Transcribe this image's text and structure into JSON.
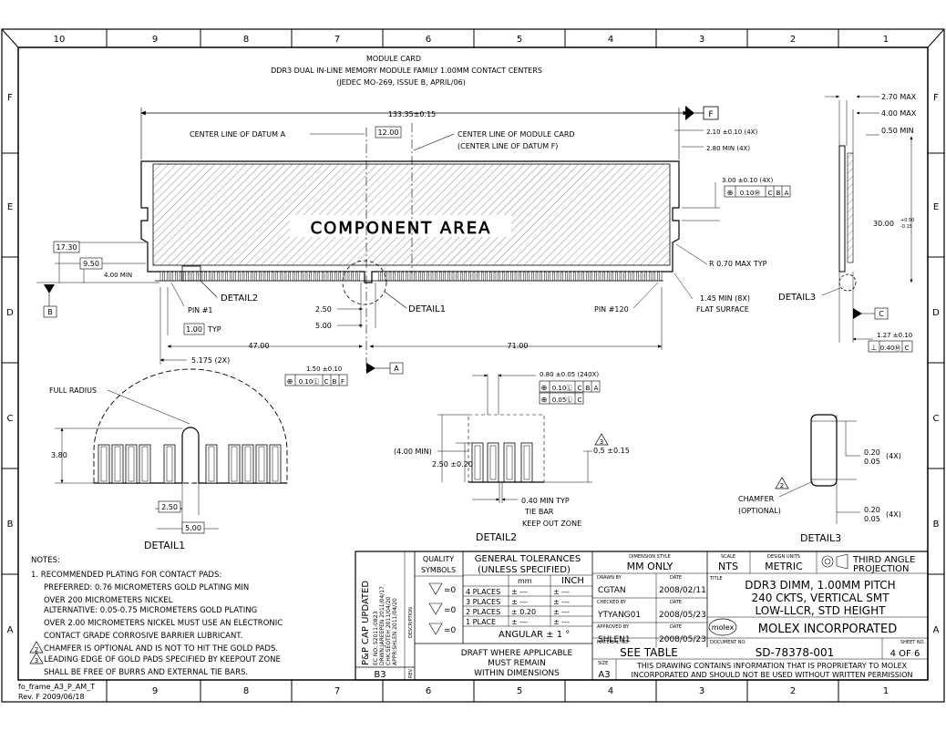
{
  "sheet": {
    "columns": [
      "10",
      "9",
      "8",
      "7",
      "6",
      "5",
      "4",
      "3",
      "2",
      "1"
    ],
    "rows": [
      "F",
      "E",
      "D",
      "C",
      "B",
      "A"
    ],
    "frame_note_1": "fo_frame_A3_P_AM_T",
    "frame_note_2": "Rev. F  2009/06/18"
  },
  "header": {
    "line1": "MODULE CARD",
    "line2": "DDR3 DUAL IN-LINE MEMORY MODULE FAMILY 1.00MM CONTACT CENTERS",
    "line3": "(JEDEC MO-269, ISSUE B, APRIL/06)"
  },
  "front_view": {
    "overall_length": "133.35±0.15",
    "datum_f_box": "F",
    "center_line_a": "CENTER LINE OF DATUM A",
    "center_line_card_1": "CENTER LINE OF MODULE CARD",
    "center_line_card_2": "(CENTER LINE OF DATUM F)",
    "dim_12": "12.00",
    "component_area": "COMPONENT AREA",
    "dim_2_10": "2.10 ±0.10  (4X)",
    "dim_2_80": "2.80 MIN  (4X)",
    "dim_3_00": "3.00 ±0.10  (4X)",
    "fcf_3_00": [
      "⊕",
      "0.10Ⓜ",
      "C",
      "B",
      "A"
    ],
    "dim_17_30": "17.30",
    "dim_9_50": "9.50",
    "dim_4_00min": "4.00 MIN",
    "r_070": "R 0.70 MAX TYP",
    "detail2_label": "DETAIL2",
    "detail1_label": "DETAIL1",
    "datum_b": "B",
    "pin1": "PIN #1",
    "pin120": "PIN #120",
    "dim_1_00_typ": "1.00",
    "typ": "TYP",
    "dim_2_50": "2.50",
    "dim_5_00": "5.00",
    "dim_47": "47.00",
    "dim_71": "71.00",
    "dim_5_175": "5.175  (2X)",
    "dim_1_50": "1.50 ±0.10",
    "datum_a": "A",
    "fcf_1_50": [
      "⊕",
      "0.10Ⓛ",
      "C",
      "B",
      "F"
    ],
    "dim_1_45": "1.45 MIN  (8X)",
    "flat_surface": "FLAT SURFACE"
  },
  "side_view": {
    "dim_2_70": "2.70 MAX",
    "dim_4_00": "4.00 MAX",
    "dim_0_50": "0.50 MIN",
    "dim_30": "30.00",
    "dim_30_tol_plus": "+0.50",
    "dim_30_tol_minus": "-0.15",
    "detail3_label": "DETAIL3",
    "datum_c": "C",
    "dim_1_27": "1.27 ±0.10",
    "fcf_1_27": [
      "⊥",
      "0.40Ⓜ",
      "C"
    ]
  },
  "detail1": {
    "title": "DETAIL1",
    "full_radius": "FULL RADIUS",
    "dim_3_80": "3.80",
    "dim_2_50": "2.50",
    "dim_5_00": "5.00"
  },
  "detail2": {
    "title": "DETAIL2",
    "dim_0_80": "0.80 ±0.05 (240X)",
    "fcf_a": [
      "⊕",
      "0.10Ⓛ",
      "C",
      "B",
      "A"
    ],
    "fcf_b": [
      "⊕",
      "0.05Ⓛ",
      "C"
    ],
    "dim_4_00_min": "(4.00 MIN)",
    "dim_2_50": "2.50 ±0.20",
    "note3": "3",
    "dim_0_5": "0.5 ±0.15",
    "dim_0_40": "0.40 MIN  TYP",
    "tie_bar": "TIE BAR",
    "keep_out": "KEEP OUT ZONE"
  },
  "detail3": {
    "title": "DETAIL3",
    "dim_top_a": "0.20",
    "dim_top_b": "0.05",
    "dim_top_c": "(4X)",
    "note2": "2",
    "chamfer": "CHAMFER",
    "optional": "(OPTIONAL)",
    "dim_bot_a": "0.20",
    "dim_bot_b": "0.05",
    "dim_bot_c": "(4X)"
  },
  "notes": {
    "title": "NOTES:",
    "lines": [
      "1. RECOMMENDED PLATING FOR CONTACT PADS:",
      "PREFERRED: 0.76 MICROMETERS GOLD PLATING MIN",
      "OVER 200 MICROMETERS NICKEL",
      "ALTERNATIVE: 0.05-0.75 MICROMETERS GOLD PLATING",
      "OVER 2.00 MICROMETERS NICKEL MUST USE AN ELECTRONIC",
      "CONTACT GRADE CORROSIVE BARRIER LUBRICANT.",
      "CHAMFER IS OPTIONAL AND IS NOT TO HIT THE GOLD PADS.",
      "LEADING EDGE OF GOLD PADS SPECIFIED BY KEEPOUT ZONE",
      "SHALL BE FREE OF BURRS AND EXTERNAL TIE BARS."
    ],
    "badge2": "2",
    "badge3": "3"
  },
  "title_block": {
    "rev_title": "P&P CAP UPDATED",
    "rev_lines": [
      "EC NO: S2011-0823",
      "DRWN:JAREEPEN  2011/04/17",
      "CHK:SEOTEH  2011/04/20",
      "APPR:SHLEN  2011/04/20"
    ],
    "rev_code": "B3",
    "rev_side": "REV",
    "desc_side": "DESCRIPTION",
    "quality_1": "QUALITY",
    "quality_2": "SYMBOLS",
    "q_rows": [
      "=0",
      "=0",
      "=0"
    ],
    "tol_title_1": "GENERAL TOLERANCES",
    "tol_title_2": "(UNLESS SPECIFIED)",
    "tol_mm": "mm",
    "tol_inch": "INCH",
    "tol_rows": [
      {
        "label": "4 PLACES",
        "mm": "± ---",
        "inch": "± ---"
      },
      {
        "label": "3 PLACES",
        "mm": "± ---",
        "inch": "± ---"
      },
      {
        "label": "2 PLACES",
        "mm": "± 0.20",
        "inch": "± ---"
      },
      {
        "label": "1 PLACE",
        "mm": "± ---",
        "inch": "± ---"
      }
    ],
    "angular": "ANGULAR ±  1 °",
    "draft_1": "DRAFT WHERE APPLICABLE",
    "draft_2": "MUST REMAIN",
    "draft_3": "WITHIN DIMENSIONS",
    "dim_style_label": "DIMENSION STYLE",
    "dim_style": "MM ONLY",
    "scale_label": "SCALE",
    "scale": "NTS",
    "units_label": "DESIGN UNITS",
    "units": "METRIC",
    "projection_1": "THIRD ANGLE",
    "projection_2": "PROJECTION",
    "drawn_label": "DRAWN BY",
    "drawn": "CGTAN",
    "drawn_date": "2008/02/11",
    "checked_label": "CHECKED BY",
    "checked": "YTYANG01",
    "checked_date": "2008/05/23",
    "approved_label": "APPROVED BY",
    "approved": "SHLEN1",
    "approved_date": "2008/05/23",
    "date_label": "DATE",
    "title_label": "TITLE",
    "title_1": "DDR3 DIMM, 1.00MM PITCH",
    "title_2": "240 CKTS, VERTICAL SMT",
    "title_3": "LOW-LLCR, STD HEIGHT",
    "molex_logo": "molex",
    "company": "MOLEX INCORPORATED",
    "material_label": "MATERIAL NO.",
    "material": "SEE TABLE",
    "doc_label": "DOCUMENT NO.",
    "doc": "SD-78378-001",
    "sheet_label": "SHEET NO.",
    "sheet": "4  OF  6",
    "size_label": "SIZE",
    "size": "A3",
    "proprietary_1": "THIS DRAWING CONTAINS INFORMATION THAT IS PROPRIETARY TO MOLEX",
    "proprietary_2": "INCORPORATED AND SHOULD NOT BE USED WITHOUT WRITTEN PERMISSION"
  }
}
